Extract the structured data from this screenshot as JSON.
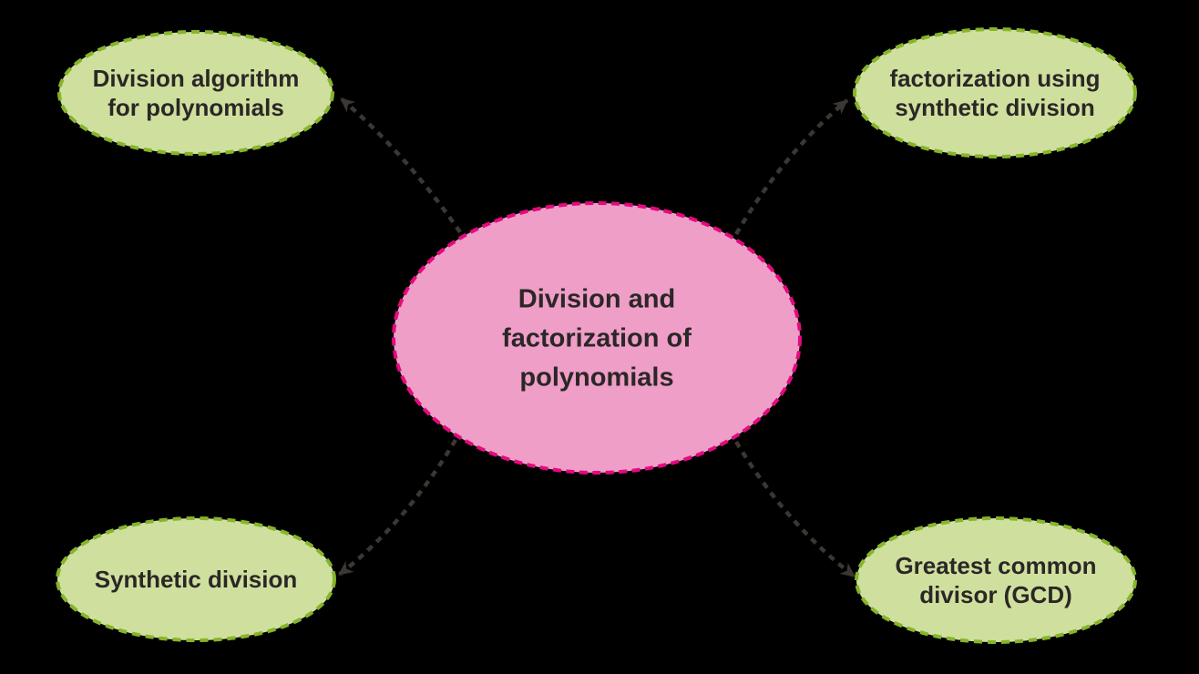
{
  "nodes": {
    "center": {
      "label": "Division and\nfactorization of\npolynomials"
    },
    "top_left": {
      "label": "Division algorithm\nfor polynomials"
    },
    "top_right": {
      "label": "factorization using\nsynthetic division"
    },
    "bottom_left": {
      "label": "Synthetic division"
    },
    "bottom_right": {
      "label": "Greatest common\ndivisor (GCD)"
    }
  },
  "colors": {
    "background": "#000000",
    "center_fill": "#ef9ec8",
    "center_border": "#e5097f",
    "satellite_fill": "#cfe09e",
    "satellite_border": "#86b52a",
    "connector": "#3b3733",
    "text": "#2b2726"
  }
}
